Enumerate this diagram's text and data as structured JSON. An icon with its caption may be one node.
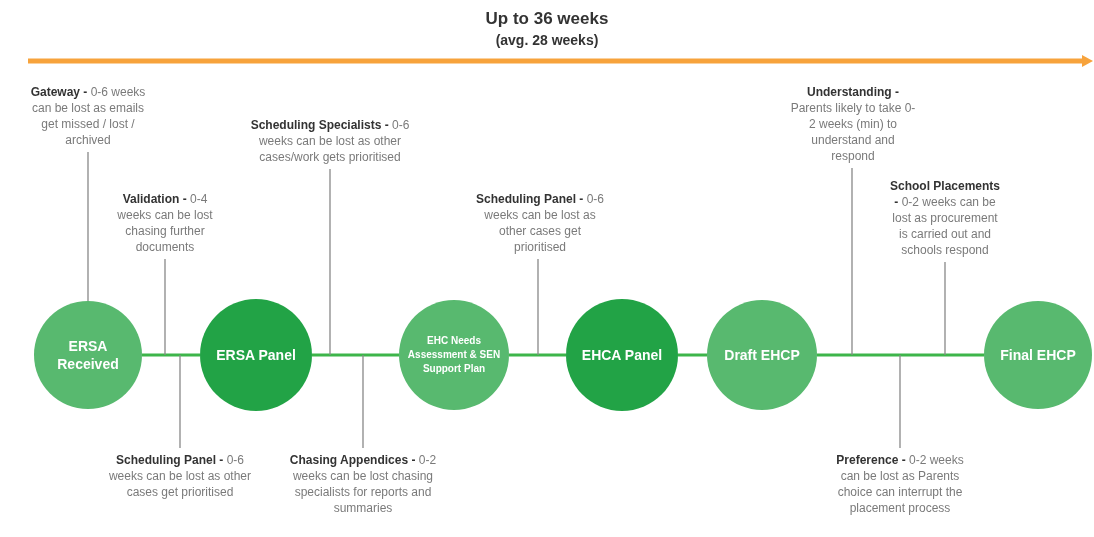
{
  "diagram": {
    "nodes": [
      {
        "text": [
          "ERSA Received"
        ]
      },
      {
        "text": [
          "ERSA Panel"
        ]
      },
      {
        "text": [
          "EHC Needs Assessment & SEN Support Plan"
        ]
      },
      {
        "text": [
          "EHCA Panel"
        ]
      },
      {
        "text": [
          "Draft EHCP"
        ]
      },
      {
        "text": [
          "Final EHCP"
        ]
      },
      {
        "text": [
          "**Gateway -** 0-6 weeks can be lost as emails get missed / lost / archived"
        ]
      },
      {
        "text": [
          "**Validation -** 0-4 weeks can be lost chasing further documents"
        ]
      },
      {
        "text": [
          "**Scheduling Panel -** 0-6 weeks can be lost as other cases get prioritised"
        ]
      },
      {
        "text": [
          "**Scheduling Specialists -** 0-6 weeks can be lost as other cases/work gets prioritised"
        ]
      },
      {
        "text": [
          "**Chasing Appendices -** 0-2 weeks can be lost chasing specialists for reports and summaries"
        ]
      },
      {
        "text": [
          "**Scheduling Panel -** 0-6 weeks can be lost as other cases get prioritised"
        ]
      },
      {
        "text": [
          "**Understanding -** Parents likely to take 0-2 weeks (min) to understand and respond"
        ]
      },
      {
        "text": [
          "**Preference -** 0-2 weeks can be lost as Parents choice can interrupt the placement process"
        ]
      },
      {
        "text": [
          "**School Placements -** 0-2 weeks can be lost as procurement is carried out and schools respond"
        ]
      }
    ],
    "edges": [
      {
        "from": 0,
        "to": 1,
        "arrow": "none",
        "style": "thick"
      },
      {
        "from": 1,
        "to": 2,
        "arrow": "none",
        "style": "thick"
      },
      {
        "from": 2,
        "to": 3,
        "arrow": "none",
        "style": "thick"
      },
      {
        "from": 3,
        "to": 4,
        "arrow": "none",
        "style": "thick"
      },
      {
        "from": 4,
        "to": 5,
        "arrow": "none",
        "style": "thick"
      },
      {
        "from": 6,
        "to": 0,
        "arrow": "none",
        "color": "#888888"
      },
      {
        "from": 7,
        "to": null,
        "arrow": "none",
        "color": "#888888"
      },
      {
        "from": 8,
        "to": null,
        "arrow": "none",
        "color": "#888888"
      },
      {
        "from": 9,
        "to": null,
        "arrow": "none",
        "color": "#888888"
      },
      {
        "from": 10,
        "to": null,
        "arrow": "none",
        "color": "#888888"
      },
      {
        "from": 11,
        "to": null,
        "arrow": "none",
        "color": "#888888"
      },
      {
        "from": 12,
        "to": null,
        "arrow": "none",
        "color": "#888888"
      },
      {
        "from": 13,
        "to": null,
        "arrow": "none",
        "color": "#888888"
      },
      {
        "from": 14,
        "to": null,
        "arrow": "none",
        "color": "#888888"
      }
    ],
    "labels": [
      "Up to 36 weeks",
      "(avg. 28 weeks)"
    ]
  }
}
